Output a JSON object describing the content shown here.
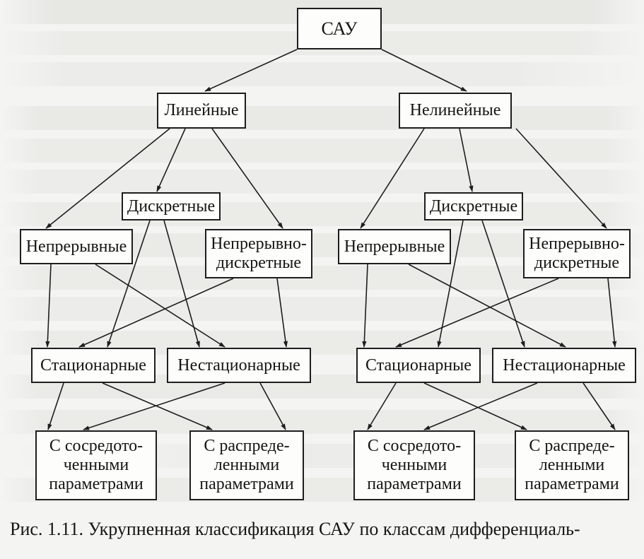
{
  "nodes": {
    "root": "САУ",
    "linear": "Линейные",
    "nonlinear": "Нелинейные",
    "discrete_l": "Дискретные",
    "discrete_r": "Дискретные",
    "continuous_l": "Непрерывные",
    "contdisc_l": "Непрерывно-\nдискретные",
    "continuous_r": "Непрерывные",
    "contdisc_r": "Непрерывно-\nдискретные",
    "stationary_l": "Стационарные",
    "nonstationary_l": "Нестационарные",
    "stationary_r": "Стационарные",
    "nonstationary_r": "Нестационарные",
    "lumped_l": "С сосредото-\nченными\nпараметрами",
    "distributed_l": "С распреде-\nленными\nпараметрами",
    "lumped_r": "С сосредото-\nченными\nпараметрами",
    "distributed_r": "С распреде-\nленными\nпараметрами"
  },
  "caption": "Рис. 1.11. Укрупненная классификация САУ по классам дифференциаль-",
  "colors": {
    "ink": "#1e1e1e",
    "paper": "#f4f4f2",
    "bleed": "#e6e6e3"
  }
}
